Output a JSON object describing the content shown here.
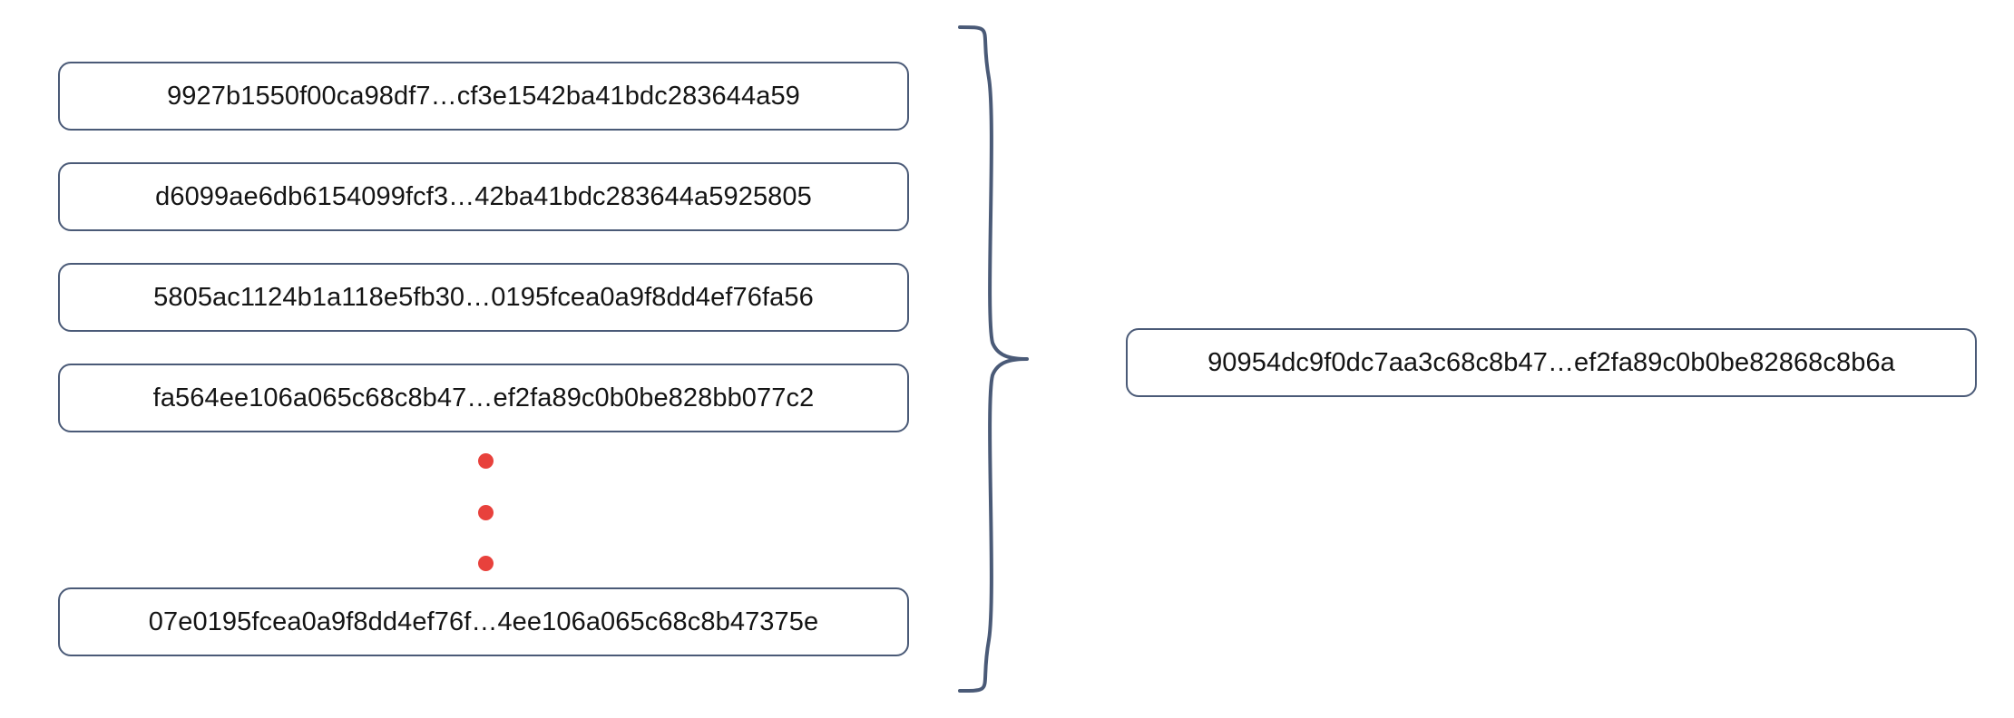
{
  "diagram": {
    "type": "merkle-hash-aggregation",
    "colors": {
      "box_border": "#4a5a77",
      "box_fill": "#ffffff",
      "text": "#141414",
      "ellipsis_dot": "#e8413c",
      "brace_stroke": "#4a5a77",
      "background": "#ffffff"
    },
    "inputs": [
      {
        "hash": "9927b1550f00ca98df7…cf3e1542ba41bdc283644a59"
      },
      {
        "hash": "d6099ae6db6154099fcf3…42ba41bdc283644a5925805"
      },
      {
        "hash": "5805ac1124b1a118e5fb30…0195fcea0a9f8dd4ef76fa56"
      },
      {
        "hash": "fa564ee106a065c68c8b47…ef2fa89c0b0be828bb077c2"
      },
      {
        "hash": "07e0195fcea0a9f8dd4ef76f…4ee106a065c68c8b47375e"
      }
    ],
    "ellipsis": {
      "dot_count": 3,
      "meaning": "more-items-omitted"
    },
    "output": {
      "hash": "90954dc9f0dc7aa3c68c8b47…ef2fa89c0b0be82868c8b6a"
    }
  }
}
